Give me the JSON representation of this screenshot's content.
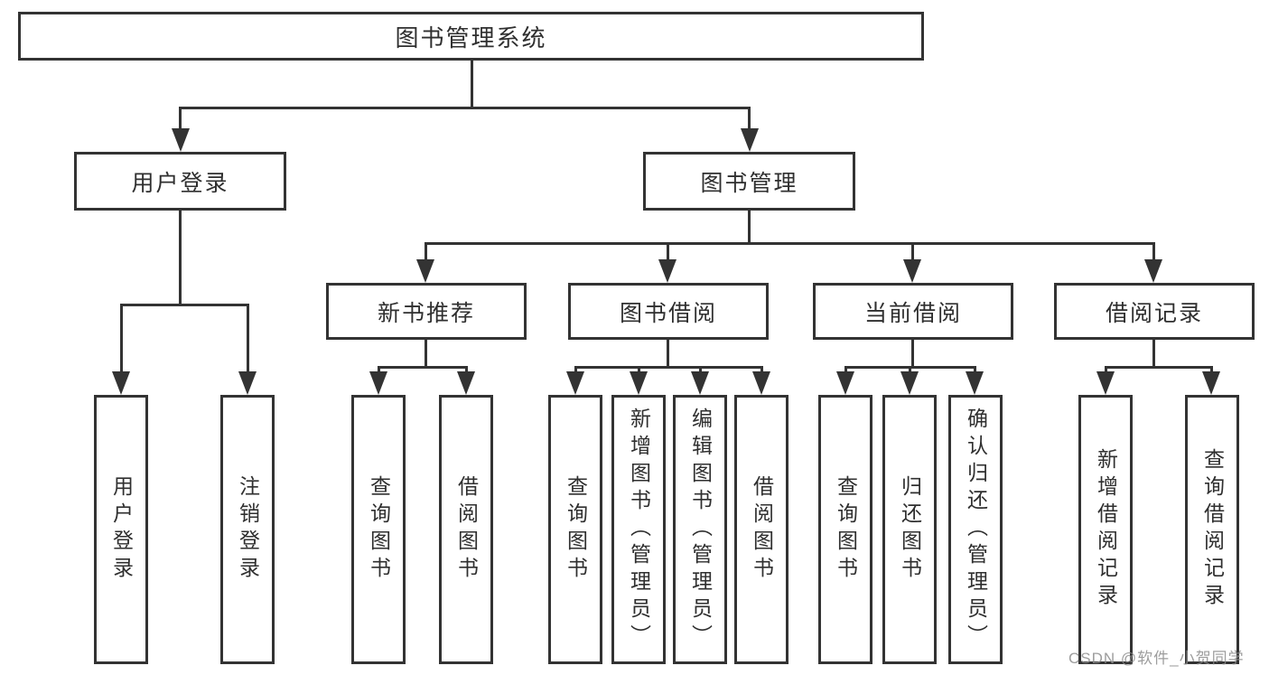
{
  "page": {
    "background": "#ffffff"
  },
  "colors": {
    "line": "#333333",
    "box_border": "#333333",
    "box_fill": "#ffffff",
    "text": "#2f2f2f",
    "watermark": "#8c8c8c"
  },
  "watermark": {
    "text": "CSDN @软件_小贺同学"
  },
  "tree": {
    "root": {
      "label": "图书管理系统",
      "children": [
        {
          "label": "用户登录",
          "children": [
            {
              "label": "用户登录"
            },
            {
              "label": "注销登录"
            }
          ]
        },
        {
          "label": "图书管理",
          "children": [
            {
              "label": "新书推荐",
              "children": [
                {
                  "label": "查询图书"
                },
                {
                  "label": "借阅图书"
                }
              ]
            },
            {
              "label": "图书借阅",
              "children": [
                {
                  "label": "查询图书"
                },
                {
                  "label": "新增图书（管理员）"
                },
                {
                  "label": "编辑图书（管理员）"
                },
                {
                  "label": "借阅图书"
                }
              ]
            },
            {
              "label": "当前借阅",
              "children": [
                {
                  "label": "查询图书"
                },
                {
                  "label": "归还图书"
                },
                {
                  "label": "确认归还（管理员）"
                }
              ]
            },
            {
              "label": "借阅记录",
              "children": [
                {
                  "label": "新增借阅记录"
                },
                {
                  "label": "查询借阅记录"
                }
              ]
            }
          ]
        }
      ]
    }
  }
}
